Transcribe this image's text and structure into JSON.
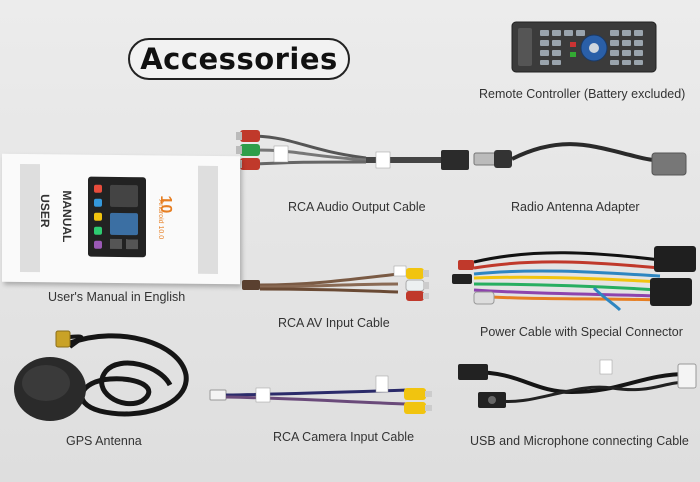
{
  "title": "Accessories",
  "manual": {
    "cover_title_1": "USER",
    "cover_title_2": "MANUAL",
    "badge_number": "10",
    "badge_text": "Android 10.0"
  },
  "captions": {
    "remote": "Remote Controller (Battery excluded)",
    "rca_audio": "RCA Audio Output Cable",
    "radio_antenna": "Radio Antenna Adapter",
    "manual": "User's Manual in English",
    "rca_av": "RCA AV Input Cable",
    "power_cable": "Power Cable with Special Connector",
    "gps": "GPS Antenna",
    "rca_camera": "RCA Camera Input Cable",
    "usb_mic": "USB and Microphone connecting Cable"
  }
}
